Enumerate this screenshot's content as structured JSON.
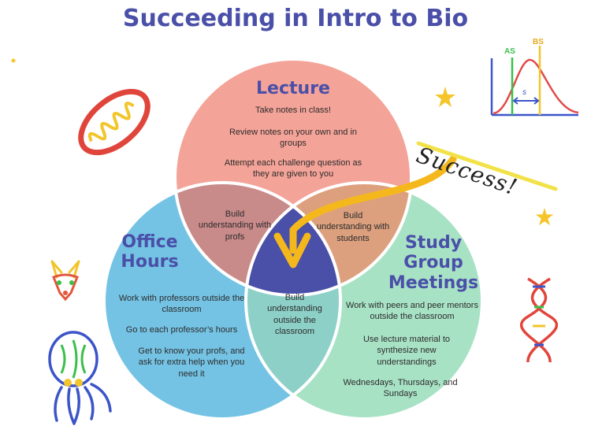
{
  "title": "Succeeding in Intro to Bio",
  "lecture": {
    "heading": "Lecture",
    "items": [
      "Take notes in class!",
      "Review notes on your own and in groups",
      "Attempt each challenge question as they are given to you"
    ]
  },
  "office_hours": {
    "heading_line1": "Office",
    "heading_line2": "Hours",
    "items": [
      "Work with professors outside the classroom",
      "Go to each professor’s hours",
      "Get to know your profs, and ask for extra help when you need it"
    ]
  },
  "study_group": {
    "heading_line1": "Study",
    "heading_line2": "Group",
    "heading_line3": "Meetings",
    "items": [
      "Work with peers and peer mentors outside the classroom",
      "Use lecture material to synthesize new understandings",
      "Wednesdays, Thursdays, and Sundays"
    ]
  },
  "overlaps": {
    "lecture_office": "Build understanding with profs",
    "lecture_study": "Build understanding with students",
    "office_study": "Build understanding outside the classroom"
  },
  "doodles": {
    "success": "Success!",
    "graph_label_a": "AS",
    "graph_label_b": "BS",
    "graph_label_s": "s"
  },
  "colors": {
    "title": "#4a4fa8",
    "lecture": "#f4a398",
    "office_hours": "#74c3e4",
    "study_group": "#a8e2c5",
    "lecture_office": "#c98a8a",
    "lecture_study": "#dca07e",
    "office_study": "#8dd0c7",
    "center": "#4a4fa8",
    "outline": "#ffffff",
    "arrow": "#f5b81c"
  }
}
